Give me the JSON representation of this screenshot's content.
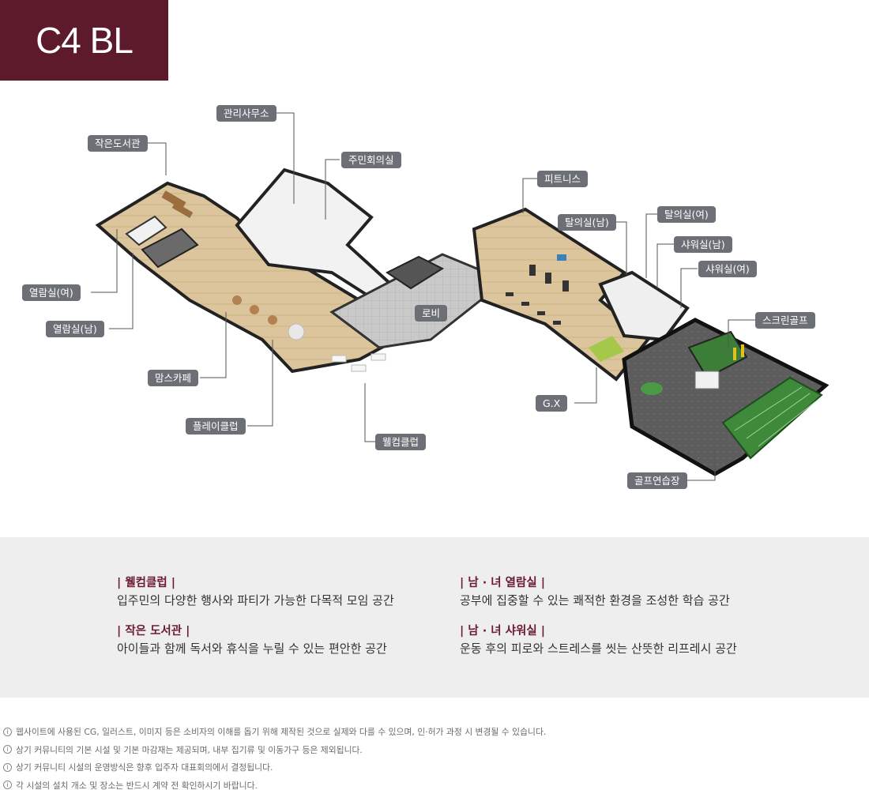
{
  "header": {
    "title": "C4 BL"
  },
  "plan": {
    "labels": [
      {
        "key": "admin_office",
        "text": "관리사무소"
      },
      {
        "key": "small_library",
        "text": "작은도서관"
      },
      {
        "key": "resident_meeting",
        "text": "주민회의실"
      },
      {
        "key": "fitness",
        "text": "피트니스"
      },
      {
        "key": "locker_m",
        "text": "탈의실(남)"
      },
      {
        "key": "locker_f",
        "text": "탈의실(여)"
      },
      {
        "key": "shower_m",
        "text": "샤워실(남)"
      },
      {
        "key": "shower_f",
        "text": "샤워실(여)"
      },
      {
        "key": "reading_f",
        "text": "열람실(여)"
      },
      {
        "key": "reading_m",
        "text": "열람실(남)"
      },
      {
        "key": "lobby",
        "text": "로비"
      },
      {
        "key": "screen_golf",
        "text": "스크린골프"
      },
      {
        "key": "moms_cafe",
        "text": "맘스카페"
      },
      {
        "key": "gx",
        "text": "G.X"
      },
      {
        "key": "play_club",
        "text": "플레이클럽"
      },
      {
        "key": "welcome_club",
        "text": "웰컴클럽"
      },
      {
        "key": "golf_range",
        "text": "골프연습장"
      }
    ]
  },
  "info": [
    {
      "heading": "| 웰컴클럽 |",
      "description": "입주민의 다양한 행사와 파티가 가능한 다목적 모임 공간"
    },
    {
      "heading": "| 작은 도서관 |",
      "description": "아이들과 함께 독서와 휴식을 누릴 수 있는 편안한 공간"
    },
    {
      "heading": "| 남 · 녀 열람실 |",
      "description": "공부에 집중할 수 있는 쾌적한 환경을 조성한 학습 공간"
    },
    {
      "heading": "| 남 · 녀 샤워실 |",
      "description": "운동 후의 피로와 스트레스를 씻는 산뜻한 리프레시 공간"
    }
  ],
  "notes": {
    "icon": "info-circle-icon",
    "items": [
      "웹사이트에 사용된 CG, 일러스트, 이미지 등은 소비자의 이해를 돕기 위해 제작된 것으로 실제와 다를 수 있으며, 인·허가 과정 시 변경될 수 있습니다.",
      "상기 커뮤니티의 기본 시설 및 기본 마감재는 제공되며, 내부 집기류 및 이동가구 등은 제외됩니다.",
      "상기 커뮤니티 시설의 운영방식은 향후 입주자 대표회의에서 결정됩니다.",
      "각 시설의 설치 개소 및 장소는 반드시 계약 전 확인하시기 바랍니다."
    ]
  },
  "colors": {
    "brand": "#5c1a2b",
    "heading": "#6b1b30",
    "tag_bg": "#6c6f76",
    "panel_bg": "#eeeeee",
    "floor_wood": "#d9c39a",
    "floor_grey": "#b9b9b9",
    "turf": "#3f8a3a"
  }
}
